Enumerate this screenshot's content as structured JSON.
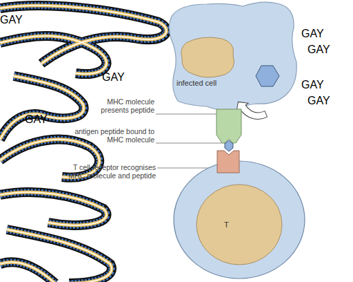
{
  "diagram": {
    "nodes": [
      {
        "text": [
          "infected cell"
        ]
      },
      {
        "text": [
          "T"
        ]
      }
    ],
    "labels": [
      "GAY",
      "GAY",
      "GAY",
      "GAY",
      "GAY",
      "GAY",
      "GAY",
      "MHC molecule presents peptide",
      "antigen peptide bound to MHC molecule",
      "T cell receptor recognises MHC molecule and peptide"
    ]
  }
}
